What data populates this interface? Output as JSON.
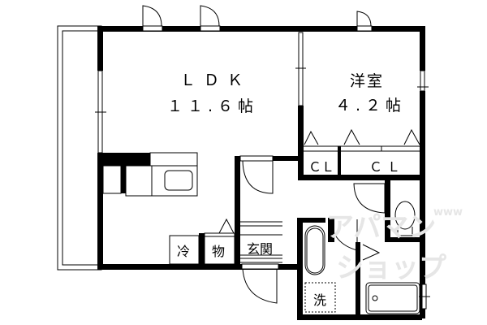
{
  "floor_plan": {
    "rooms": [
      {
        "id": "ldk",
        "name": "ＬＤＫ",
        "size": "１１.６帖"
      },
      {
        "id": "western_room",
        "name": "洋室",
        "size": "４.２帖"
      }
    ],
    "closets": [
      {
        "id": "cl1",
        "label": "ＣＬ"
      },
      {
        "id": "cl2",
        "label": "ＣＬ"
      }
    ],
    "fixtures": {
      "refrigerator": "冷",
      "storage": "物",
      "entrance": "玄関",
      "washer": "洗"
    },
    "watermark": {
      "text_top": "アパマン",
      "text_bottom": "ショップ",
      "small": "www"
    },
    "colors": {
      "wall": "#000000",
      "background": "#ffffff",
      "watermark": "#e6e6e6"
    }
  }
}
